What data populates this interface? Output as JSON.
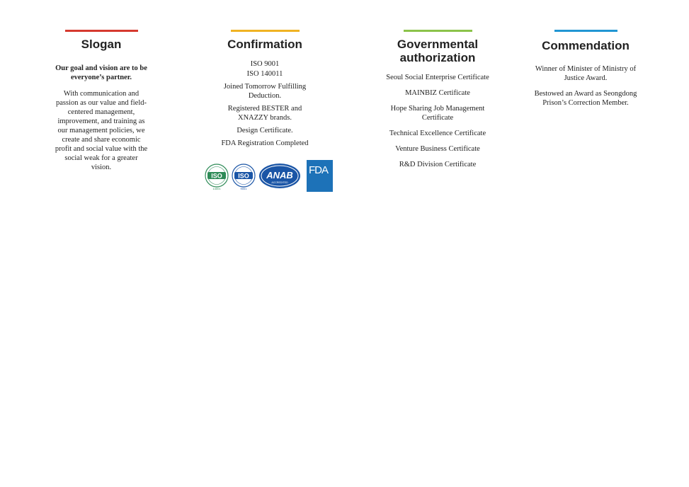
{
  "slogan": {
    "title": "Slogan",
    "lead": "Our goal and vision are to be everyone’s partner.",
    "text": "With communication and passion as our value and field-centered management, improvement, and training as our management policies, we create and share economic profit and social value with the social weak for a greater vision."
  },
  "confirmation": {
    "title": "Confirmation",
    "items": [
      "ISO 9001",
      "ISO 140011",
      "Joined Tomorrow Fulfilling Deduction.",
      "Registered BESTER and XNAZZY brands.",
      "Design Certificate.",
      "FDA Registration Completed"
    ],
    "logos": {
      "iso1_text": "ISO",
      "iso1_num": "14001",
      "iso2_text": "ISO",
      "iso2_num": "9001",
      "anab_text": "ANAB",
      "anab_sub": "ACCREDITED",
      "fda_text": "FDA"
    }
  },
  "governmental": {
    "title": "Governmental authorization",
    "items": [
      "Seoul Social Enterprise Certificate",
      "MAINBIZ Certificate",
      "Hope Sharing Job Management Certificate",
      "Technical Excellence Certificate",
      "Venture Business Certificate",
      "R&D Division Certificate"
    ]
  },
  "commendation": {
    "title": "Commendation",
    "items": [
      "Winner of Minister of Ministry of Justice Award.",
      "Bestowed an Award as Seongdong Prison’s Correction Member."
    ]
  },
  "colors": {
    "slogan": "#d63a2f",
    "confirmation": "#f0b323",
    "governmental": "#8bc34a",
    "commendation": "#2196d3",
    "fda_blue": "#1d72b8",
    "iso_green": "#2e8b57",
    "anab_blue": "#1a55a6"
  }
}
